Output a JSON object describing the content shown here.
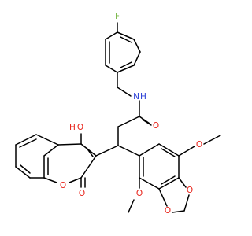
{
  "molecule": {
    "atom_labels": [
      {
        "id": "F",
        "text": "F"
      },
      {
        "id": "NH_N",
        "text": "N"
      },
      {
        "id": "NH_H",
        "text": "H"
      },
      {
        "id": "O_amide",
        "text": "O"
      },
      {
        "id": "O_hydroxy",
        "text": "O"
      },
      {
        "id": "H_hydroxy",
        "text": "H"
      },
      {
        "id": "O_ring",
        "text": "O"
      },
      {
        "id": "O_carbonyl",
        "text": "O"
      },
      {
        "id": "O_methoxy_top",
        "text": "O"
      },
      {
        "id": "O_dioxole_upper",
        "text": "O"
      },
      {
        "id": "O_dioxole_lower",
        "text": "O"
      },
      {
        "id": "O_methoxy_bottom",
        "text": "O"
      }
    ]
  },
  "colors": {
    "bond": "#000000",
    "oxygen": "#e8231a",
    "nitrogen": "#2a3fd6",
    "fluorine": "#7bb84a"
  }
}
